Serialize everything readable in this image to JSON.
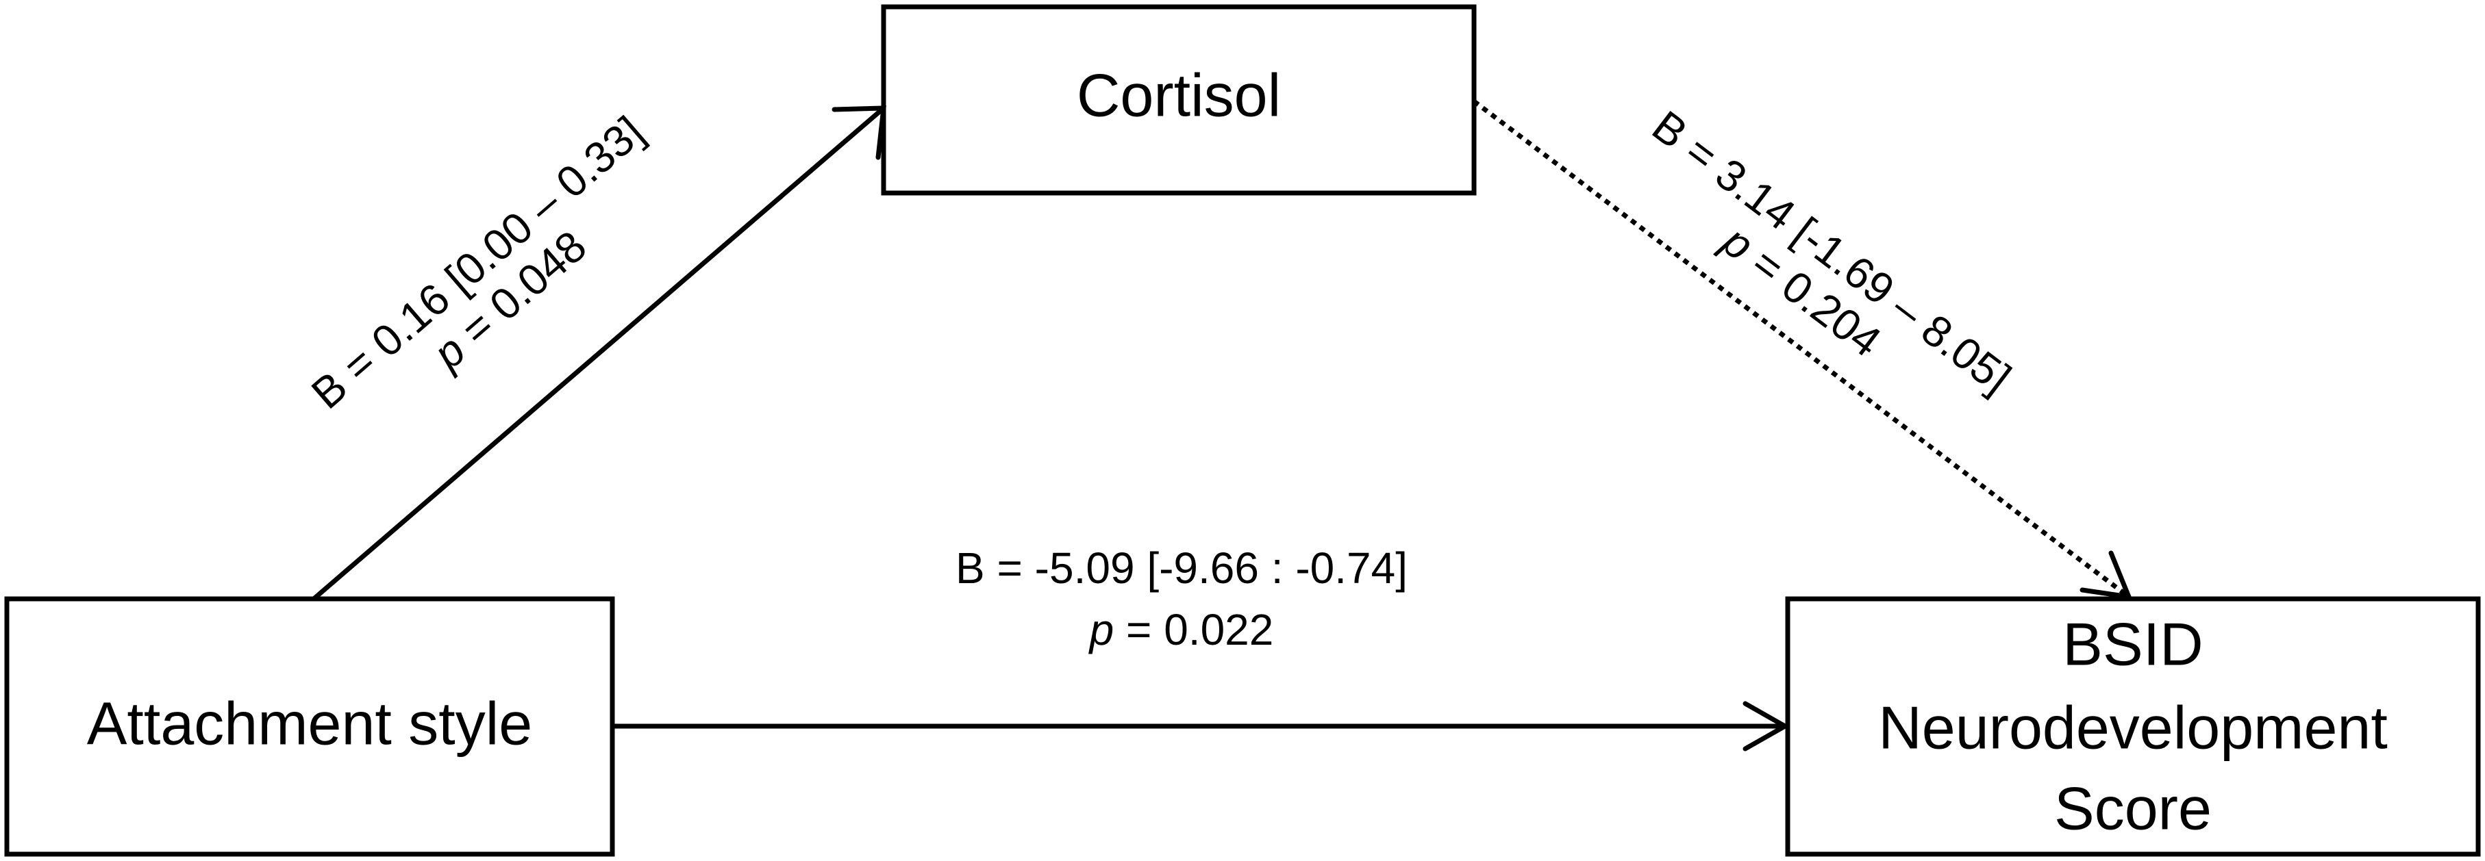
{
  "nodes": {
    "cortisol": {
      "label": "Cortisol"
    },
    "attachment": {
      "label": "Attachment style"
    },
    "bsid": {
      "line1": "BSID",
      "line2": "Neurodevelopment",
      "line3": "Score"
    }
  },
  "edges": {
    "attachment_to_cortisol": {
      "b_label": "B = 0.16 [0.00 – 0.33]",
      "p_symbol": "p",
      "p_value": " = 0.048",
      "style": "solid"
    },
    "cortisol_to_bsid": {
      "b_label": "B = 3.14 [-1.69 – 8.05]",
      "p_symbol": "p",
      "p_value": " = 0.204",
      "style": "dotted"
    },
    "attachment_to_bsid": {
      "b_label": "B = -5.09 [-9.66 : -0.74]",
      "p_symbol": "p",
      "p_value": " = 0.022",
      "style": "solid"
    }
  },
  "colors": {
    "stroke": "#000000",
    "background": "#ffffff"
  }
}
